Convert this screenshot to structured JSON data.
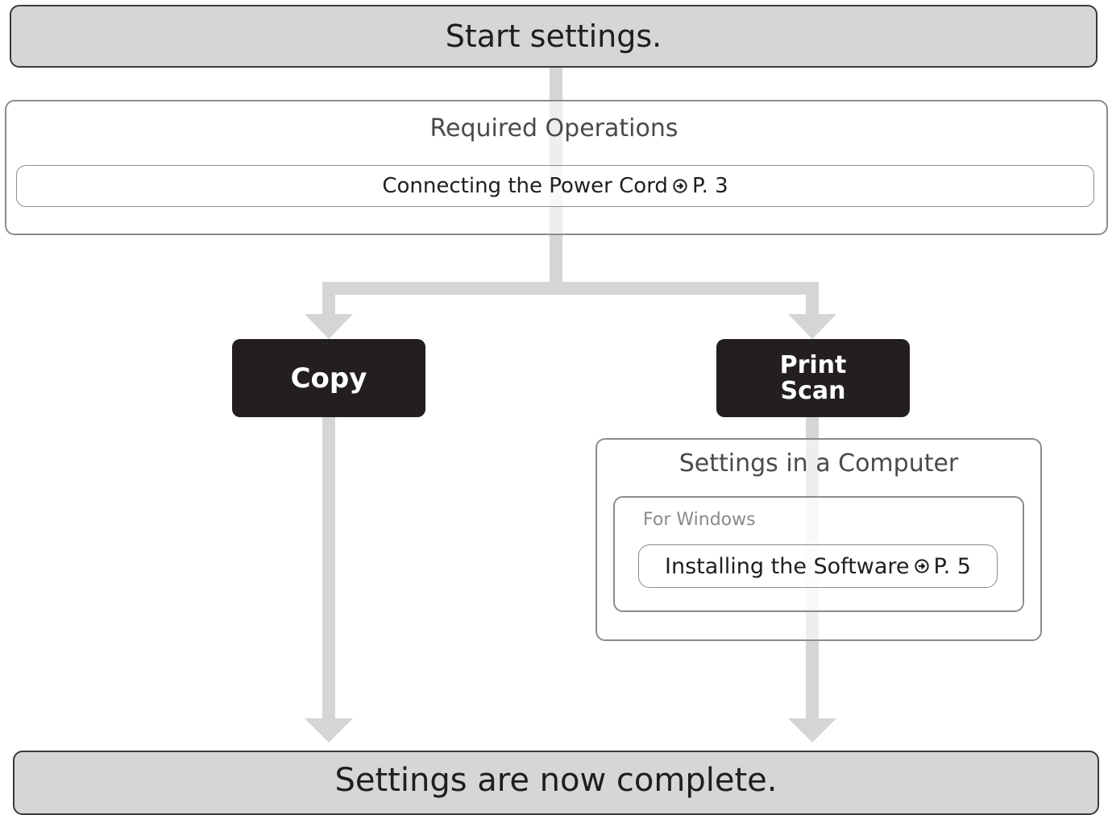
{
  "start_label": "Start settings.",
  "required": {
    "title": "Required Operations",
    "item": {
      "label": "Connecting the Power Cord",
      "icon": "arrow-circle-icon",
      "page": "P. 3"
    }
  },
  "branches": {
    "copy": {
      "label": "Copy"
    },
    "print_scan": {
      "line1": "Print",
      "line2": "Scan"
    }
  },
  "computer": {
    "title": "Settings in a Computer",
    "os_label": "For Windows",
    "item": {
      "label": "Installing the Software",
      "icon": "arrow-circle-icon",
      "page": "P. 5"
    }
  },
  "end_label": "Settings are now complete.",
  "colors": {
    "connector": "#d4d5d7",
    "banner_fill": "#d5d6d8",
    "branch_fill": "#231f20"
  }
}
